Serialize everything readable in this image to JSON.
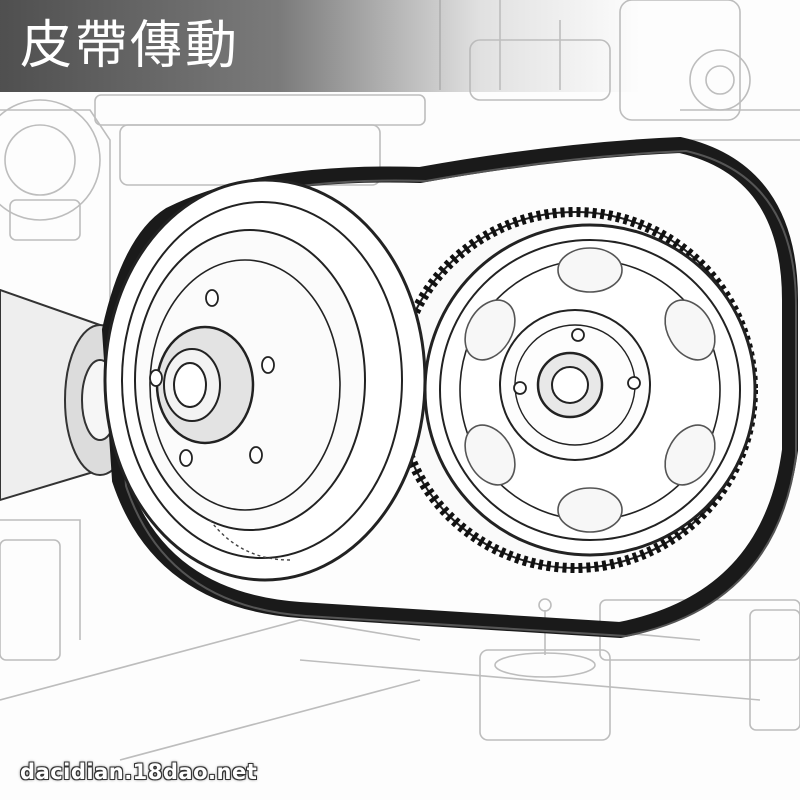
{
  "title": "皮帶傳動",
  "watermark": "dacidian.18dao.net",
  "illustration": {
    "subject": "belt-drive",
    "colors": {
      "line": "#222222",
      "faint_line": "#b9b9b9",
      "belt": "#1a1a1a",
      "background": "#fdfdfd"
    }
  }
}
